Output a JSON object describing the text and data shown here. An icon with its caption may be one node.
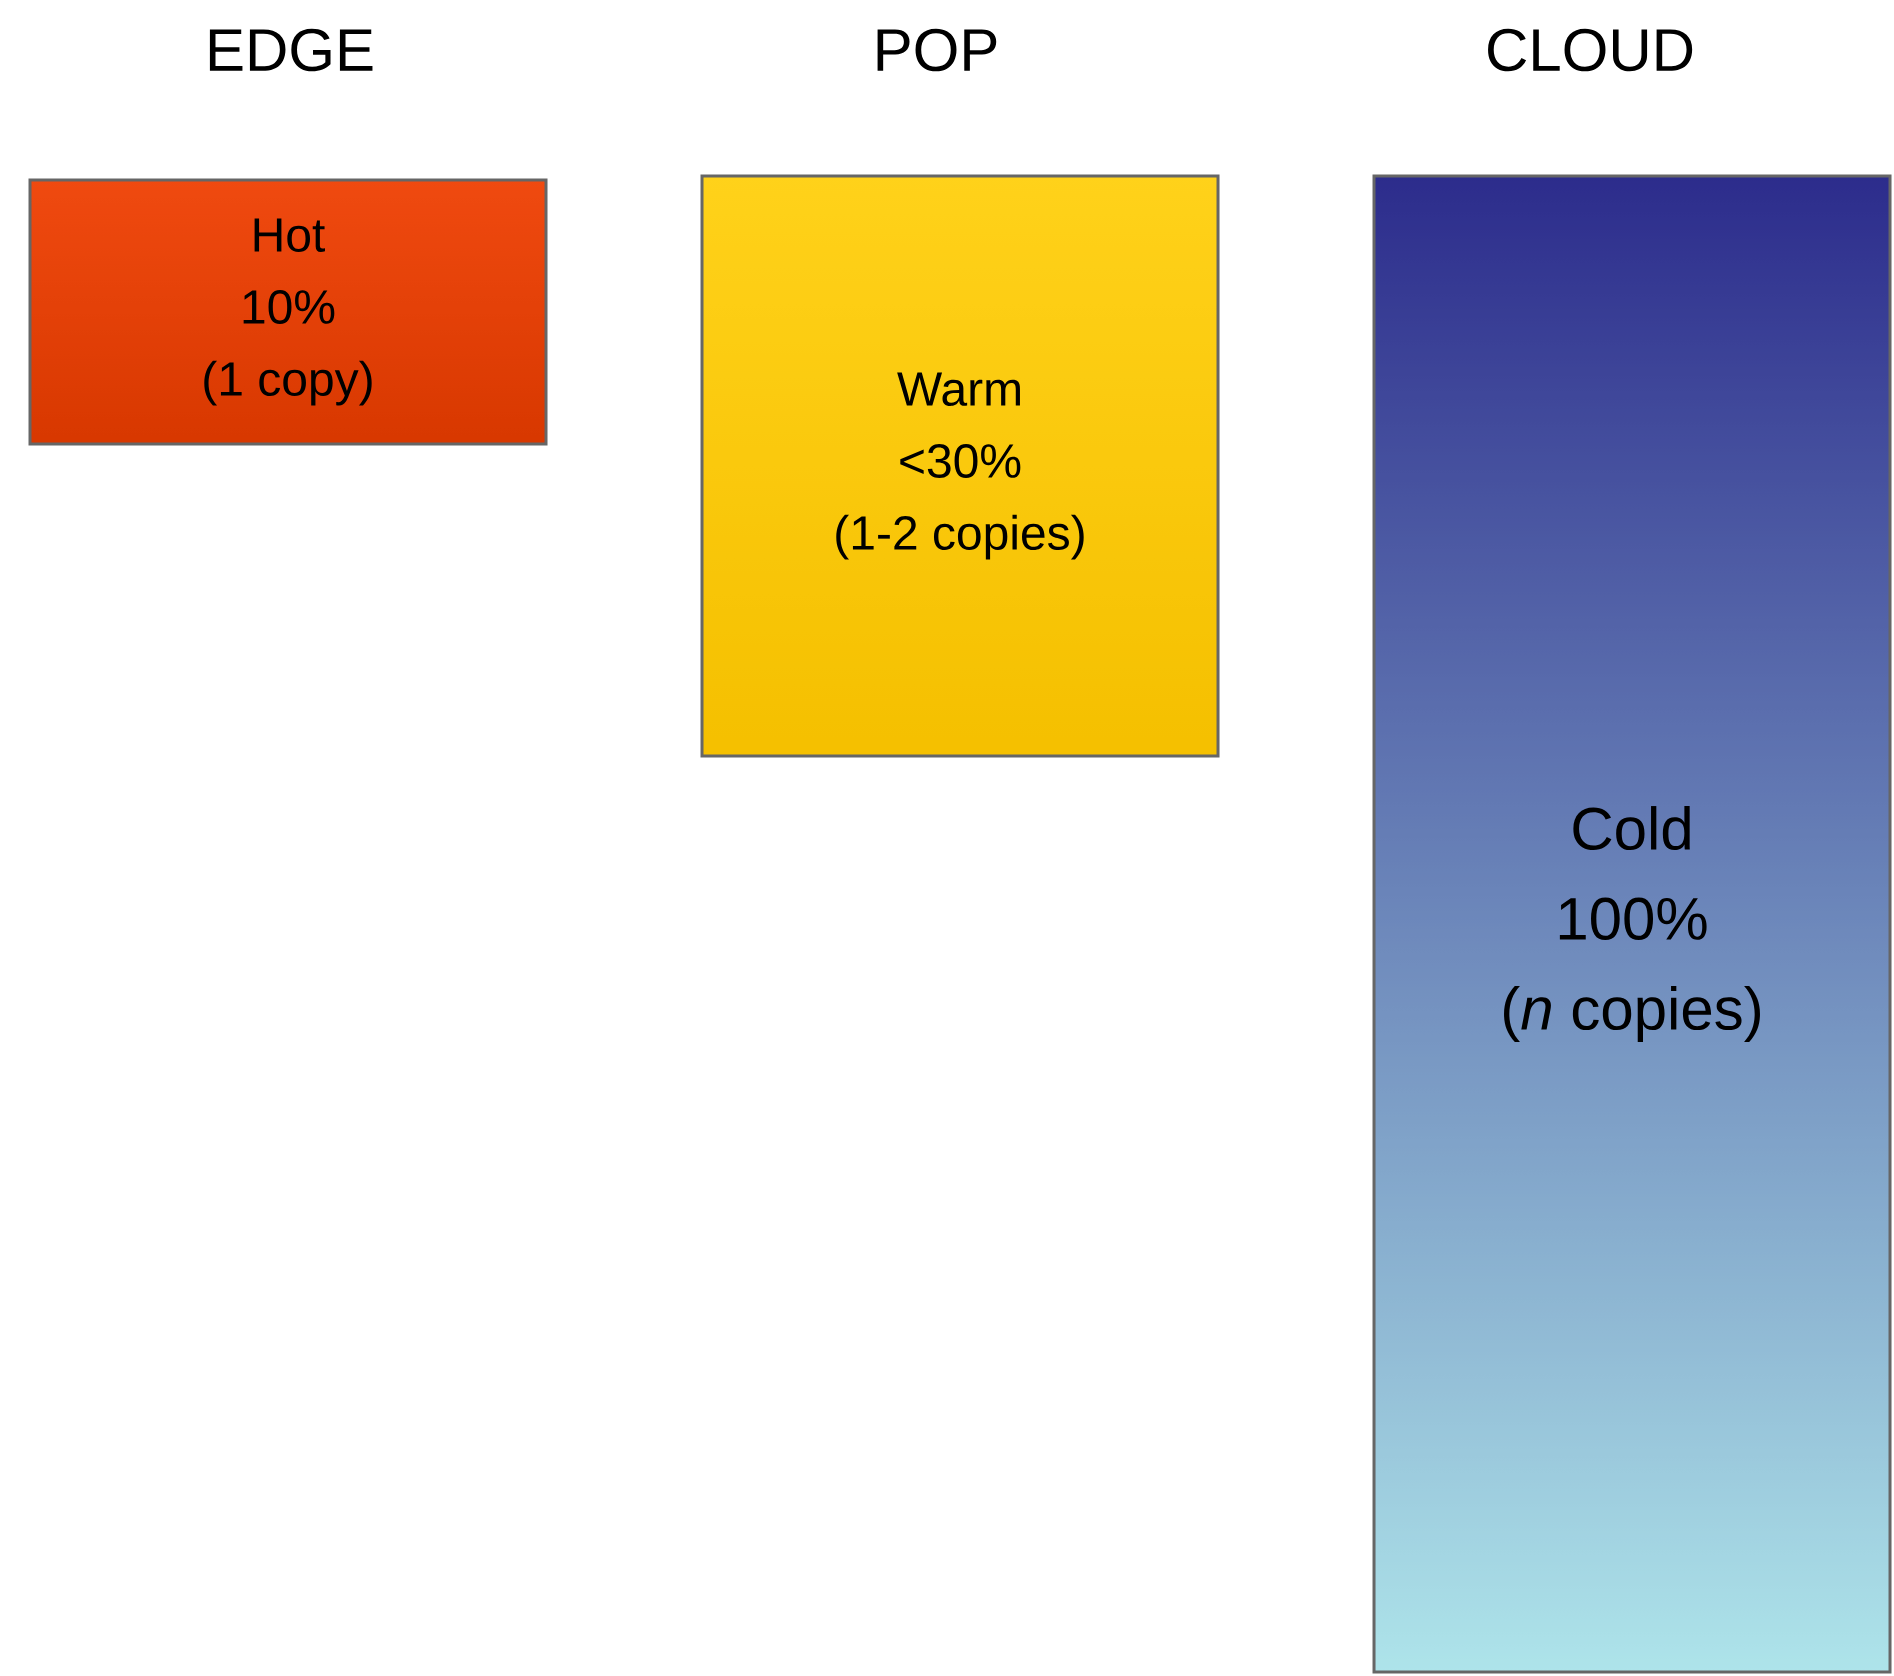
{
  "diagram": {
    "nodes": [
      {
        "text": [
          "EDGE",
          "Hot",
          "10%",
          "(1 copy)"
        ]
      },
      {
        "text": [
          "POP",
          "Warm",
          "<30%",
          "(1-2 copies)"
        ]
      },
      {
        "text": [
          "CLOUD",
          "Cold",
          "100%",
          "(*n* copies)"
        ]
      }
    ]
  }
}
